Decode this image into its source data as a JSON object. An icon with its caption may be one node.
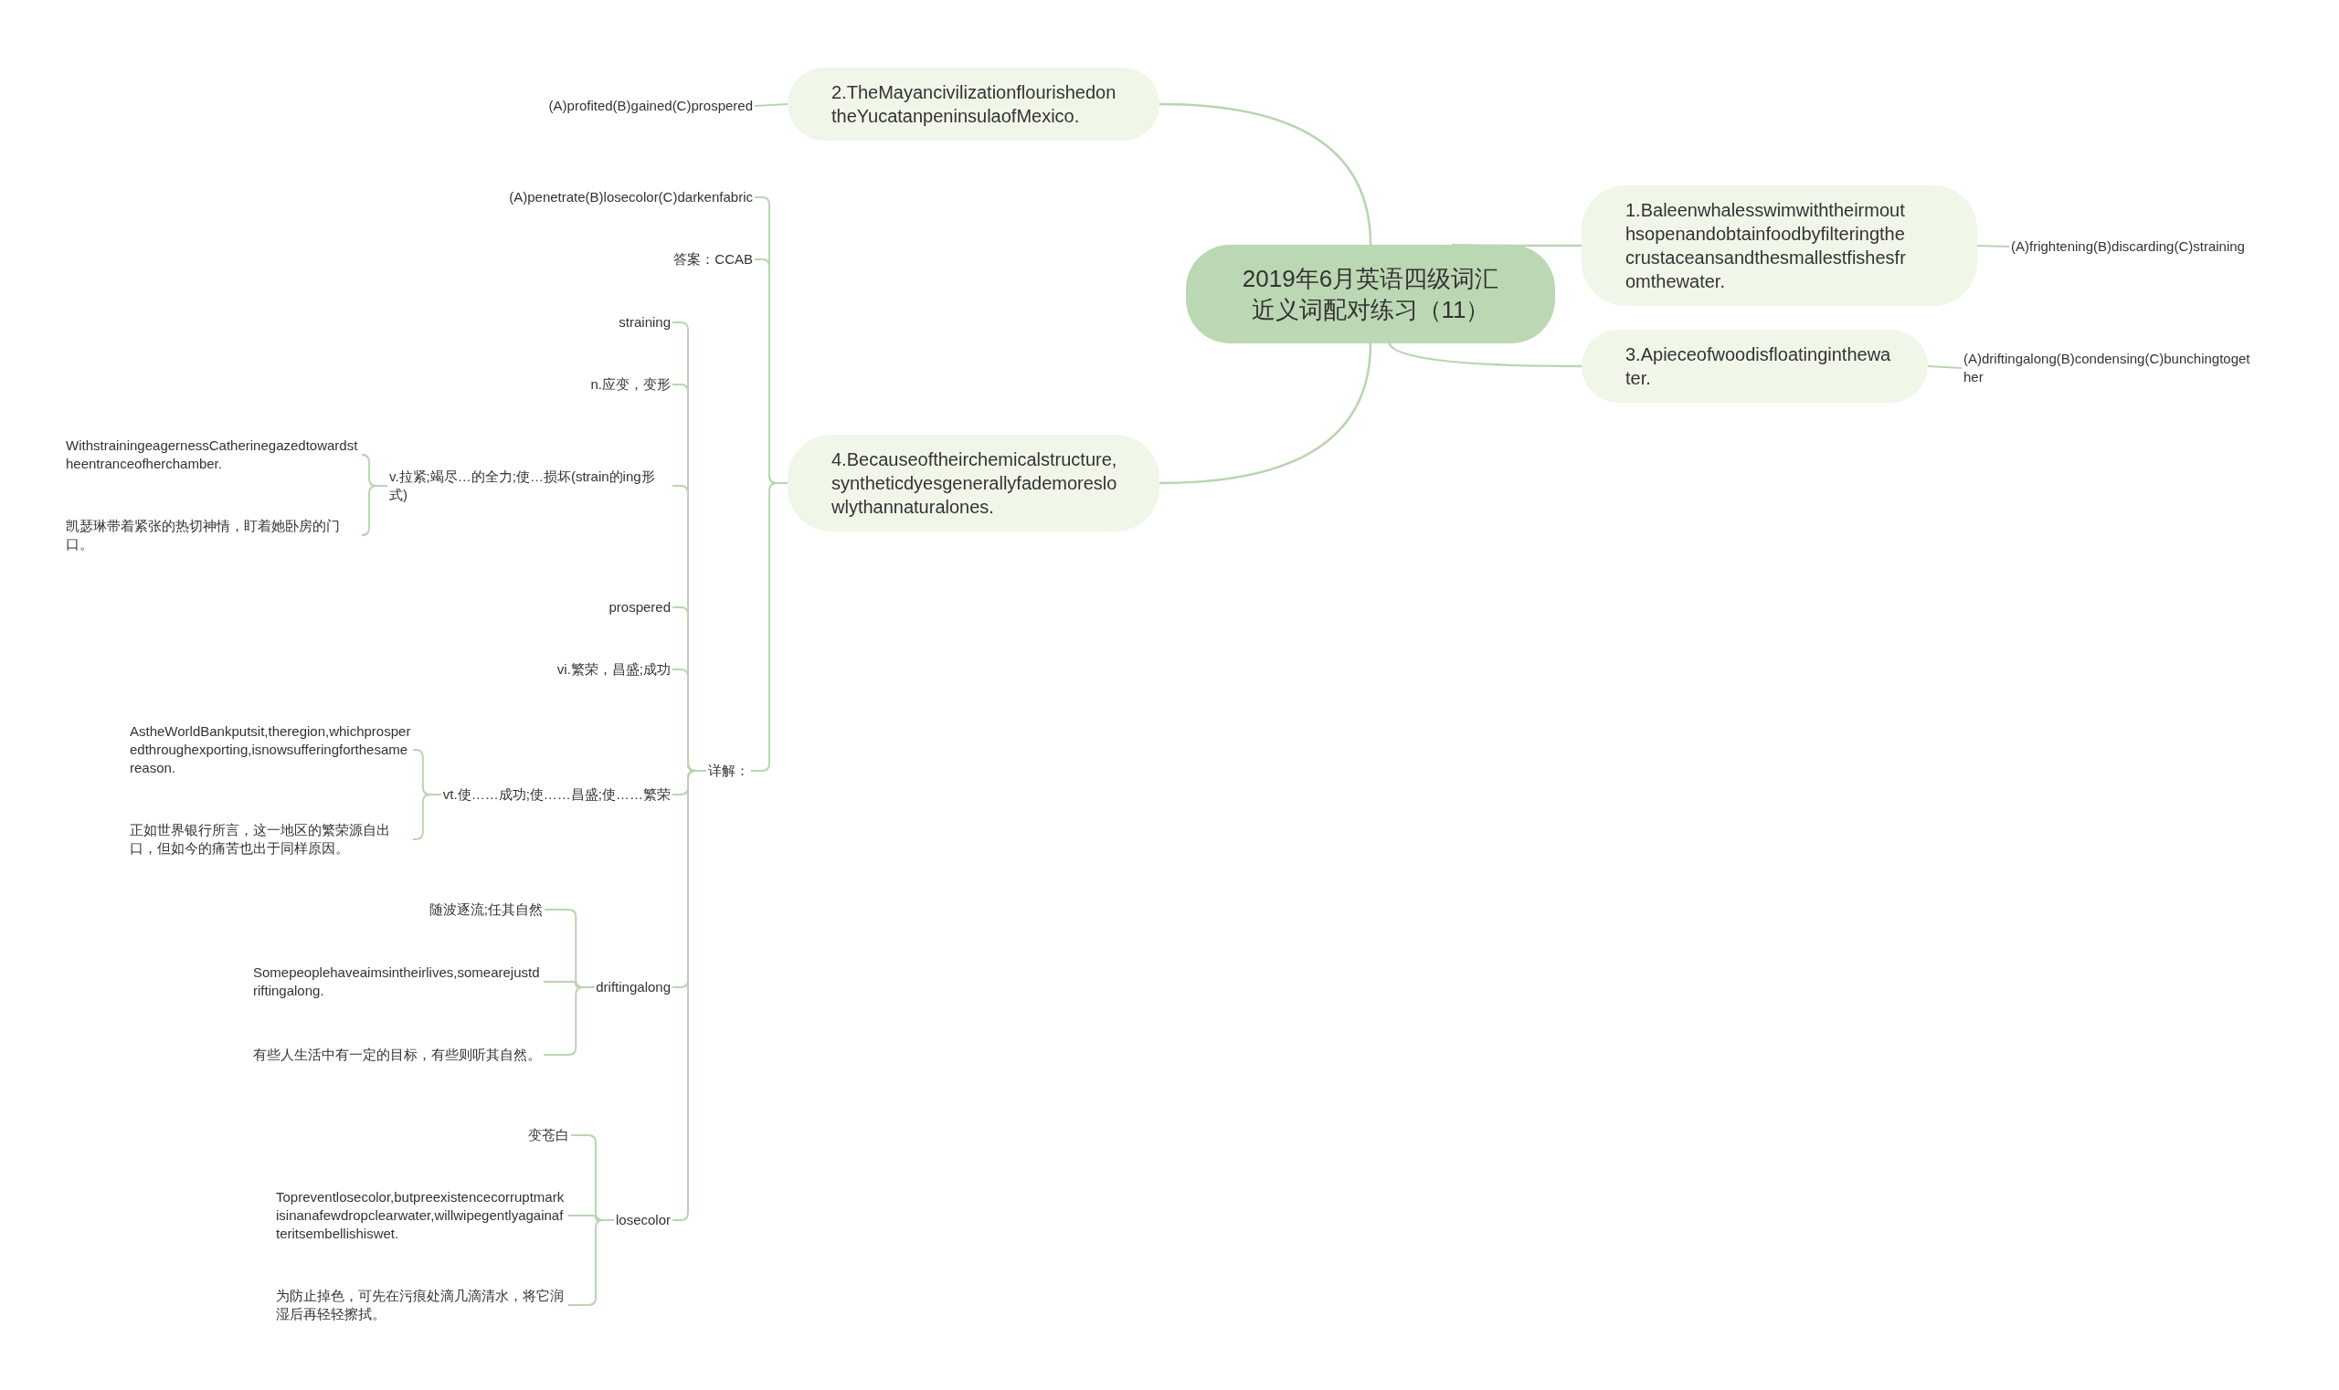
{
  "diagram": {
    "nodes": [
      {
        "text": [
          "2019年6月英语四级词汇近义词配对练习（11）"
        ]
      },
      {
        "text": [
          "1.Baleenwhalesswimwiththeirmouthsopenandobtainfoodbyfilteringthecrustaceansandthesmallestfishesfromthewater."
        ]
      },
      {
        "text": [
          "(A)frightening(B)discarding(C)straining"
        ]
      },
      {
        "text": [
          "2.TheMayancivilizationflourishedontheYucatanpeninsulaofMexico."
        ]
      },
      {
        "text": [
          "(A)profited(B)gained(C)prospered"
        ]
      },
      {
        "text": [
          "3.Apieceofwoodisfloatinginthewater."
        ]
      },
      {
        "text": [
          "(A)driftingalong(B)condensing(C)bunchingtogether"
        ]
      },
      {
        "text": [
          "4.Becauseoftheirchemicalstructure,syntheticdyesgenerallyfademoreslowlythannaturalones."
        ]
      },
      {
        "text": [
          "(A)penetrate(B)losecolor(C)darkenfabric"
        ]
      },
      {
        "text": [
          "答案：CCAB"
        ]
      },
      {
        "text": [
          "详解："
        ]
      },
      {
        "text": [
          "straining"
        ]
      },
      {
        "text": [
          "n.应变，变形"
        ]
      },
      {
        "text": [
          "v.拉紧;竭尽…的全力;使…损坏(strain的ing形式)"
        ]
      },
      {
        "text": [
          "WithstrainingeagernessCatherinegazedtowardstheentranceofherchamber."
        ]
      },
      {
        "text": [
          "凯瑟琳带着紧张的热切神情，盯着她卧房的门口。"
        ]
      },
      {
        "text": [
          "prospered"
        ]
      },
      {
        "text": [
          "vi.繁荣，昌盛;成功"
        ]
      },
      {
        "text": [
          "vt.使……成功;使……昌盛;使……繁荣"
        ]
      },
      {
        "text": [
          "AstheWorldBankputsit,theregion,whichprosperedthroughexporting,isnowsufferingforthesamereason."
        ]
      },
      {
        "text": [
          "正如世界银行所言，这一地区的繁荣源自出口，但如今的痛苦也出于同样原因。"
        ]
      },
      {
        "text": [
          "driftingalong"
        ]
      },
      {
        "text": [
          "随波逐流;任其自然"
        ]
      },
      {
        "text": [
          "Somepeoplehaveaimsintheirlives,somearejustdriftingalong."
        ]
      },
      {
        "text": [
          "有些人生活中有一定的目标，有些则听其自然。"
        ]
      },
      {
        "text": [
          "losecolor"
        ]
      },
      {
        "text": [
          "变苍白"
        ]
      },
      {
        "text": [
          "Topreventlosecolor,butpreexistencecorruptmarkisinanafewdropclearwater,willwipegentlyagainafteritsembellishiswet."
        ]
      },
      {
        "text": [
          "为防止掉色，可先在污痕处滴几滴清水，将它润湿后再轻轻擦拭。"
        ]
      }
    ],
    "edges": [
      {
        "from": 0,
        "to": 1,
        "arrow": "none"
      },
      {
        "from": 1,
        "to": 2,
        "arrow": "none"
      },
      {
        "from": 0,
        "to": 3,
        "arrow": "none"
      },
      {
        "from": 3,
        "to": 4,
        "arrow": "none"
      },
      {
        "from": 0,
        "to": 5,
        "arrow": "none"
      },
      {
        "from": 5,
        "to": 6,
        "arrow": "none"
      },
      {
        "from": 0,
        "to": 7,
        "arrow": "none"
      },
      {
        "from": 7,
        "to": 8,
        "arrow": "none"
      },
      {
        "from": 7,
        "to": 9,
        "arrow": "none"
      },
      {
        "from": 7,
        "to": 10,
        "arrow": "none"
      },
      {
        "from": 10,
        "to": 11,
        "arrow": "none"
      },
      {
        "from": 10,
        "to": 12,
        "arrow": "none"
      },
      {
        "from": 10,
        "to": 13,
        "arrow": "none"
      },
      {
        "from": 13,
        "to": 14,
        "arrow": "none"
      },
      {
        "from": 13,
        "to": 15,
        "arrow": "none"
      },
      {
        "from": 10,
        "to": 16,
        "arrow": "none"
      },
      {
        "from": 10,
        "to": 17,
        "arrow": "none"
      },
      {
        "from": 10,
        "to": 18,
        "arrow": "none"
      },
      {
        "from": 18,
        "to": 19,
        "arrow": "none"
      },
      {
        "from": 18,
        "to": 20,
        "arrow": "none"
      },
      {
        "from": 10,
        "to": 21,
        "arrow": "none"
      },
      {
        "from": 21,
        "to": 22,
        "arrow": "none"
      },
      {
        "from": 21,
        "to": 23,
        "arrow": "none"
      },
      {
        "from": 21,
        "to": 24,
        "arrow": "none"
      },
      {
        "from": 10,
        "to": 25,
        "arrow": "none"
      },
      {
        "from": 25,
        "to": 26,
        "arrow": "none"
      },
      {
        "from": 25,
        "to": 27,
        "arrow": "none"
      },
      {
        "from": 25,
        "to": 28,
        "arrow": "none"
      }
    ]
  }
}
